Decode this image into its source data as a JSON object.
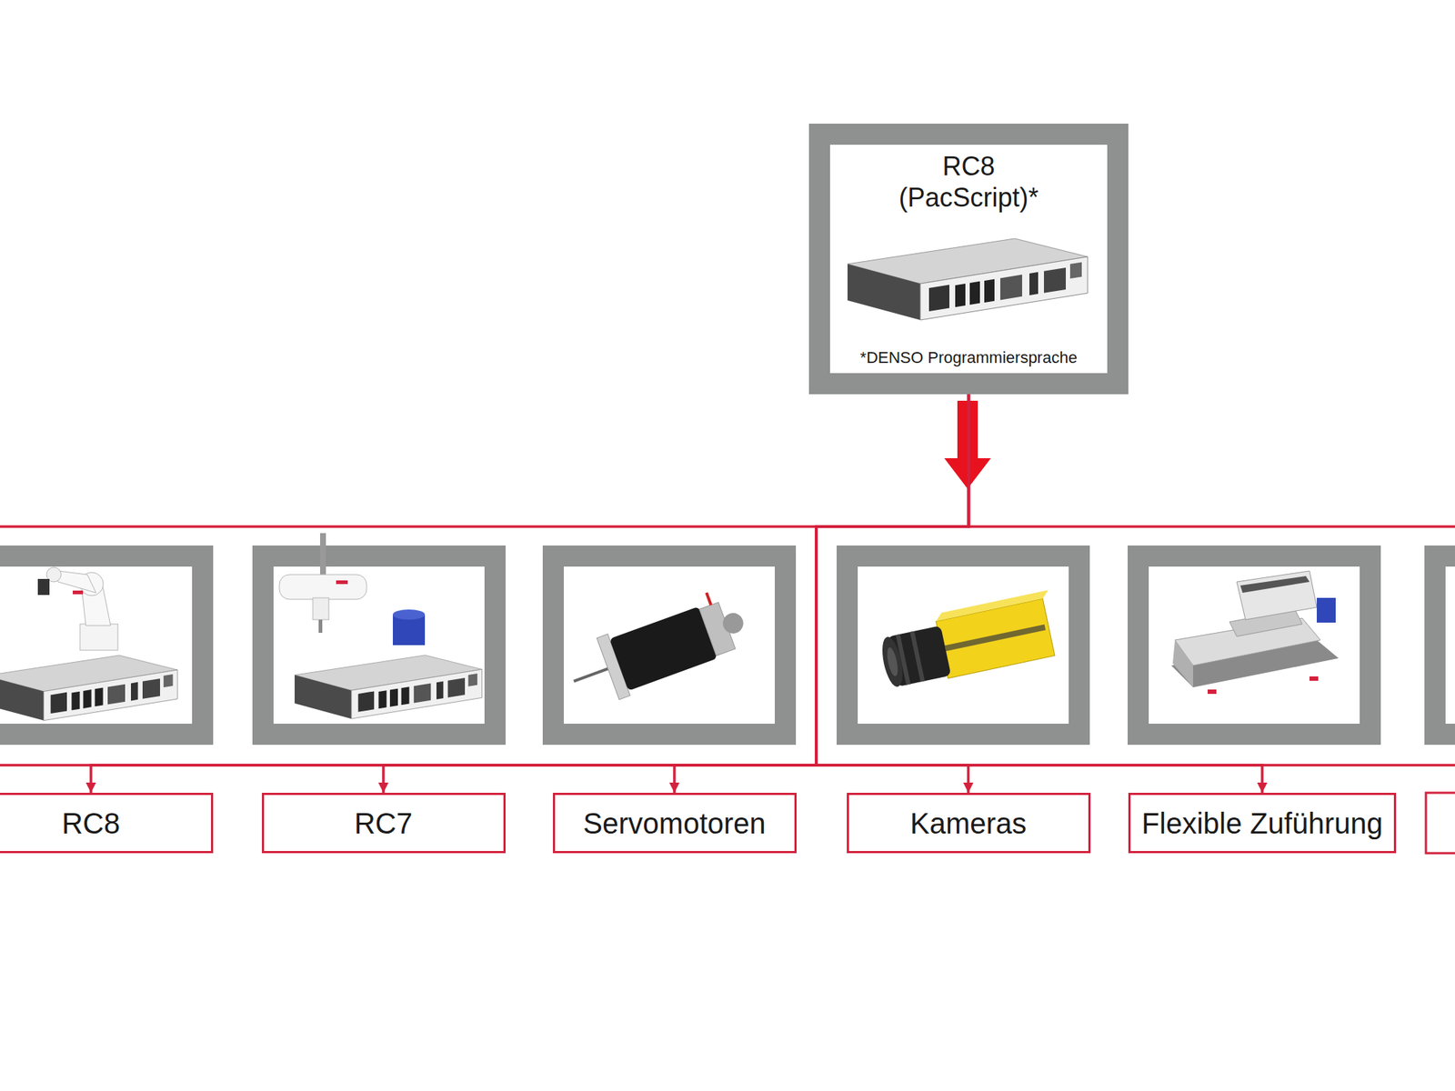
{
  "diagram": {
    "nodes": [
      {
        "text": [
          "RC8 (PacScript)*",
          "*DENSO Programmiersprache"
        ]
      },
      {
        "text": [
          "RC8"
        ]
      },
      {
        "text": [
          "RC7"
        ]
      },
      {
        "text": [
          "Servomotoren"
        ]
      },
      {
        "text": [
          "Kameras"
        ]
      },
      {
        "text": [
          "Flexible Zuführung"
        ]
      }
    ],
    "edges": [
      {
        "from": 0,
        "to": 1,
        "arrow": "to"
      },
      {
        "from": 0,
        "to": 2,
        "arrow": "to"
      },
      {
        "from": 0,
        "to": 3,
        "arrow": "to"
      },
      {
        "from": 0,
        "to": 4,
        "arrow": "to"
      },
      {
        "from": 0,
        "to": 5,
        "arrow": "to"
      }
    ]
  }
}
